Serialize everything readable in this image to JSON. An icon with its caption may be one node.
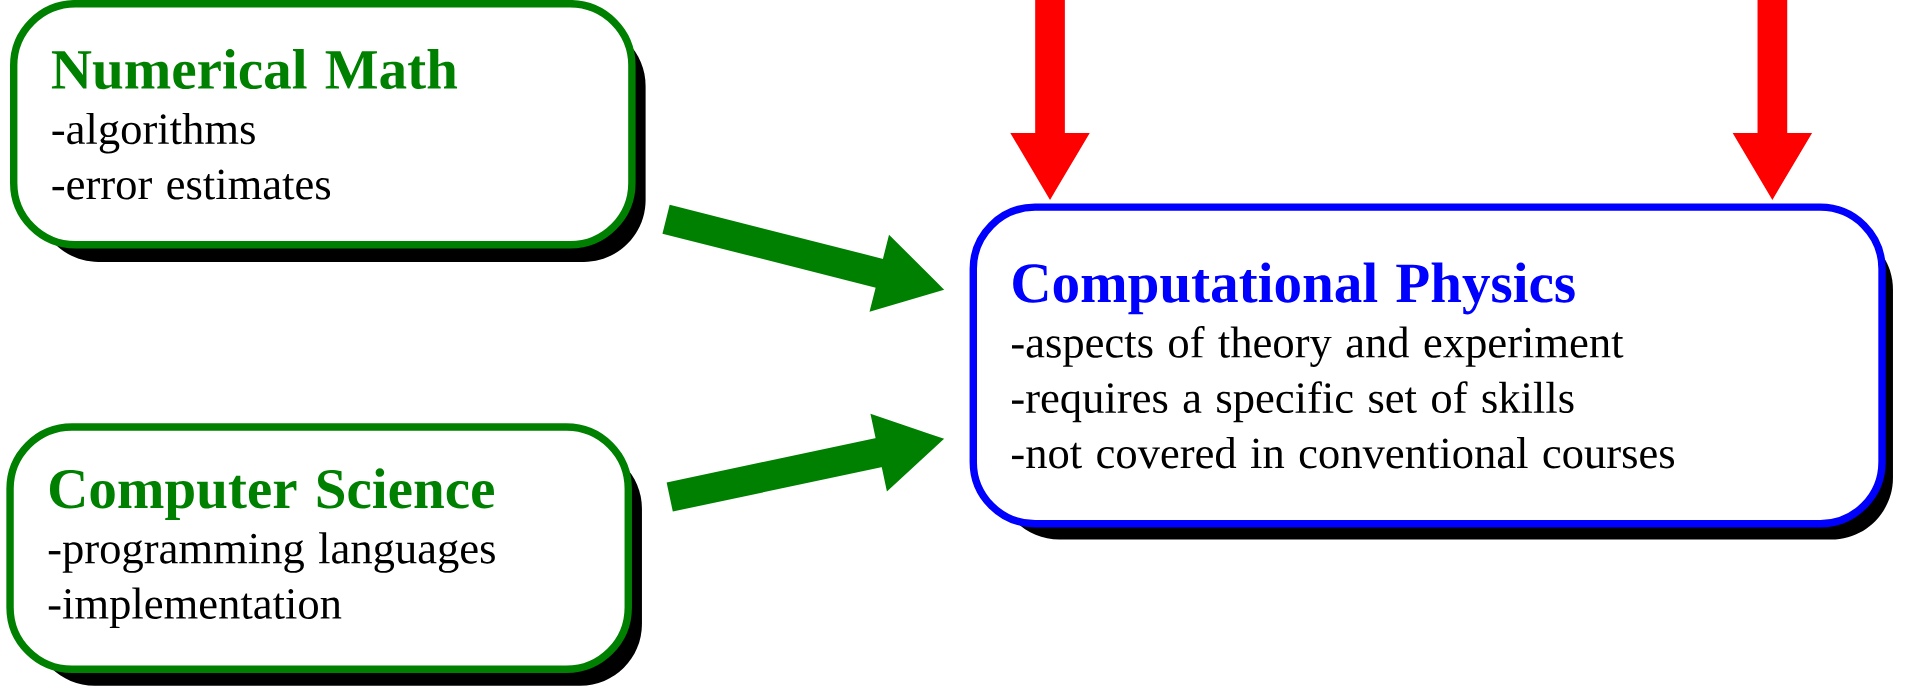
{
  "diagram": {
    "nodes": [
      {
        "text": [
          "Numerical Math",
          "-algorithms",
          "-error estimates"
        ]
      },
      {
        "text": [
          "Computer Science",
          "-programming languages",
          "-implementation"
        ]
      },
      {
        "text": [
          "Computational Physics",
          "-aspects of theory and experiment",
          "-requires a specific set of skills",
          "-not covered in conventional courses"
        ]
      }
    ],
    "edges": [
      {
        "from": 0,
        "to": 2,
        "arrow": "to",
        "color": "#008000"
      },
      {
        "from": 1,
        "to": 2,
        "arrow": "to",
        "color": "#008000"
      },
      {
        "from": null,
        "to": 2,
        "arrow": "to",
        "color": "#ff0000"
      },
      {
        "from": null,
        "to": 2,
        "arrow": "to",
        "color": "#ff0000"
      }
    ]
  }
}
